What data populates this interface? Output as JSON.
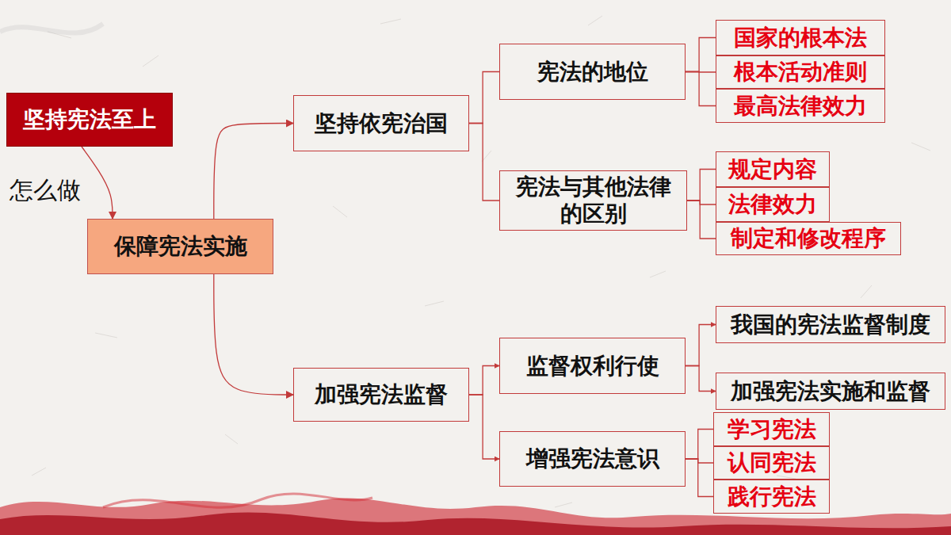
{
  "diagram": {
    "nodes": [
      {
        "text": [
          "坚持宪法至上"
        ]
      },
      {
        "text": [
          "保障宪法实施"
        ]
      },
      {
        "text": [
          "坚持依宪治国"
        ]
      },
      {
        "text": [
          "宪法的地位"
        ]
      },
      {
        "text": [
          "国家的根本法"
        ]
      },
      {
        "text": [
          "根本活动准则"
        ]
      },
      {
        "text": [
          "最高法律效力"
        ]
      },
      {
        "text": [
          "宪法与其他法律的区别"
        ]
      },
      {
        "text": [
          "规定内容"
        ]
      },
      {
        "text": [
          "法律效力"
        ]
      },
      {
        "text": [
          "制定和修改程序"
        ]
      },
      {
        "text": [
          "加强宪法监督"
        ]
      },
      {
        "text": [
          "监督权利行使"
        ]
      },
      {
        "text": [
          "我国的宪法监督制度"
        ]
      },
      {
        "text": [
          "加强宪法实施和监督"
        ]
      },
      {
        "text": [
          "增强宪法意识"
        ]
      },
      {
        "text": [
          "学习宪法"
        ]
      },
      {
        "text": [
          "认同宪法"
        ]
      },
      {
        "text": [
          "践行宪法"
        ]
      }
    ],
    "edges": [
      {
        "from": 0,
        "to": 1,
        "arrow": "to"
      },
      {
        "from": 1,
        "to": 2,
        "arrow": "to"
      },
      {
        "from": 1,
        "to": 11,
        "arrow": "to"
      },
      {
        "from": 2,
        "to": 3,
        "arrow": "none"
      },
      {
        "from": 2,
        "to": 7,
        "arrow": "none"
      },
      {
        "from": 3,
        "to": 4,
        "arrow": "none"
      },
      {
        "from": 3,
        "to": 5,
        "arrow": "none"
      },
      {
        "from": 3,
        "to": 6,
        "arrow": "none"
      },
      {
        "from": 7,
        "to": 8,
        "arrow": "none"
      },
      {
        "from": 7,
        "to": 9,
        "arrow": "none"
      },
      {
        "from": 7,
        "to": 10,
        "arrow": "none"
      },
      {
        "from": 11,
        "to": 12,
        "arrow": "to"
      },
      {
        "from": 11,
        "to": 15,
        "arrow": "to"
      },
      {
        "from": 12,
        "to": 13,
        "arrow": "to"
      },
      {
        "from": 12,
        "to": 14,
        "arrow": "to"
      },
      {
        "from": 15,
        "to": 16,
        "arrow": "none"
      },
      {
        "from": 15,
        "to": 17,
        "arrow": "none"
      },
      {
        "from": 15,
        "to": 18,
        "arrow": "none"
      }
    ],
    "labels": [
      "怎么做"
    ]
  }
}
